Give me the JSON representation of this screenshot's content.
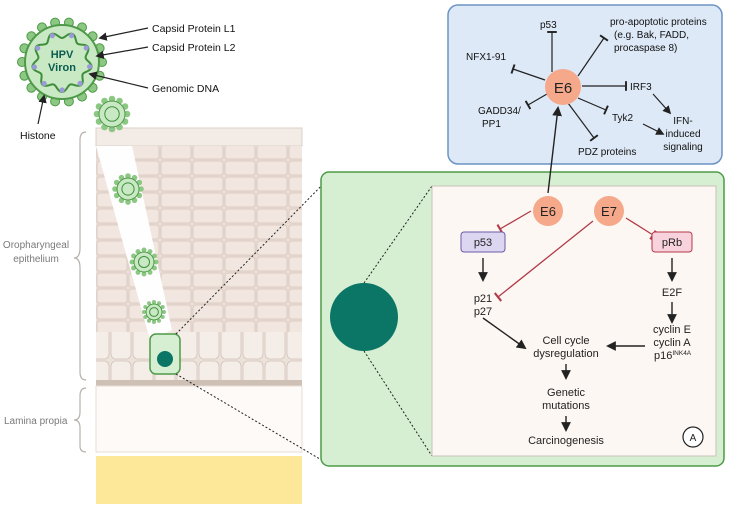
{
  "virion": {
    "title_line1": "HPV",
    "title_line2": "Viron",
    "label_capsid_l1": "Capsid Protein L1",
    "label_capsid_l2": "Capsid Protein L2",
    "label_genomic_dna": "Genomic DNA",
    "label_histone": "Histone"
  },
  "tissue": {
    "label_epithelium_line1": "Oropharyngeal",
    "label_epithelium_line2": "epithelium",
    "label_lamina_propia": "Lamina propia"
  },
  "e6_panel": {
    "center": "E6",
    "targets": {
      "p53": "p53",
      "pro_apoptotic_line1": "pro-apoptotic proteins",
      "pro_apoptotic_line2": "(e.g. Bak, FADD,",
      "pro_apoptotic_line3": "procaspase 8)",
      "nfx": "NFX1-91",
      "irf3": "IRF3",
      "gadd_line1": "GADD34/",
      "gadd_line2": "PP1",
      "tyk2": "Tyk2",
      "pdz": "PDZ proteins",
      "ifn_line1": "IFN-",
      "ifn_line2": "induced",
      "ifn_line3": "signaling"
    }
  },
  "pathway": {
    "e6": "E6",
    "e7": "E7",
    "p53": "p53",
    "prb": "pRb",
    "p21": "p21",
    "p27": "p27",
    "e2f": "E2F",
    "cyclin_e": "cyclin E",
    "cyclin_a": "cyclin A",
    "p16": "p16",
    "p16_sup": "INK4A",
    "dysreg_line1": "Cell cycle",
    "dysreg_line2": "dysregulation",
    "genetic_line1": "Genetic",
    "genetic_line2": "mutations",
    "carcinogenesis": "Carcinogenesis",
    "panel_marker": "A"
  },
  "colors": {
    "green_bg": "#d6efd2",
    "green_border": "#4e9a48",
    "teal_nucleus": "#0b7566",
    "blue_bg": "#dde9f7",
    "blue_border": "#6c93c4",
    "node_orange": "#f5a98a",
    "p53_box": "#ddd6f1",
    "prb_box": "#f8d3dd",
    "inhibit_red": "#b23a48",
    "lamina_yellow": "#fde89a"
  }
}
